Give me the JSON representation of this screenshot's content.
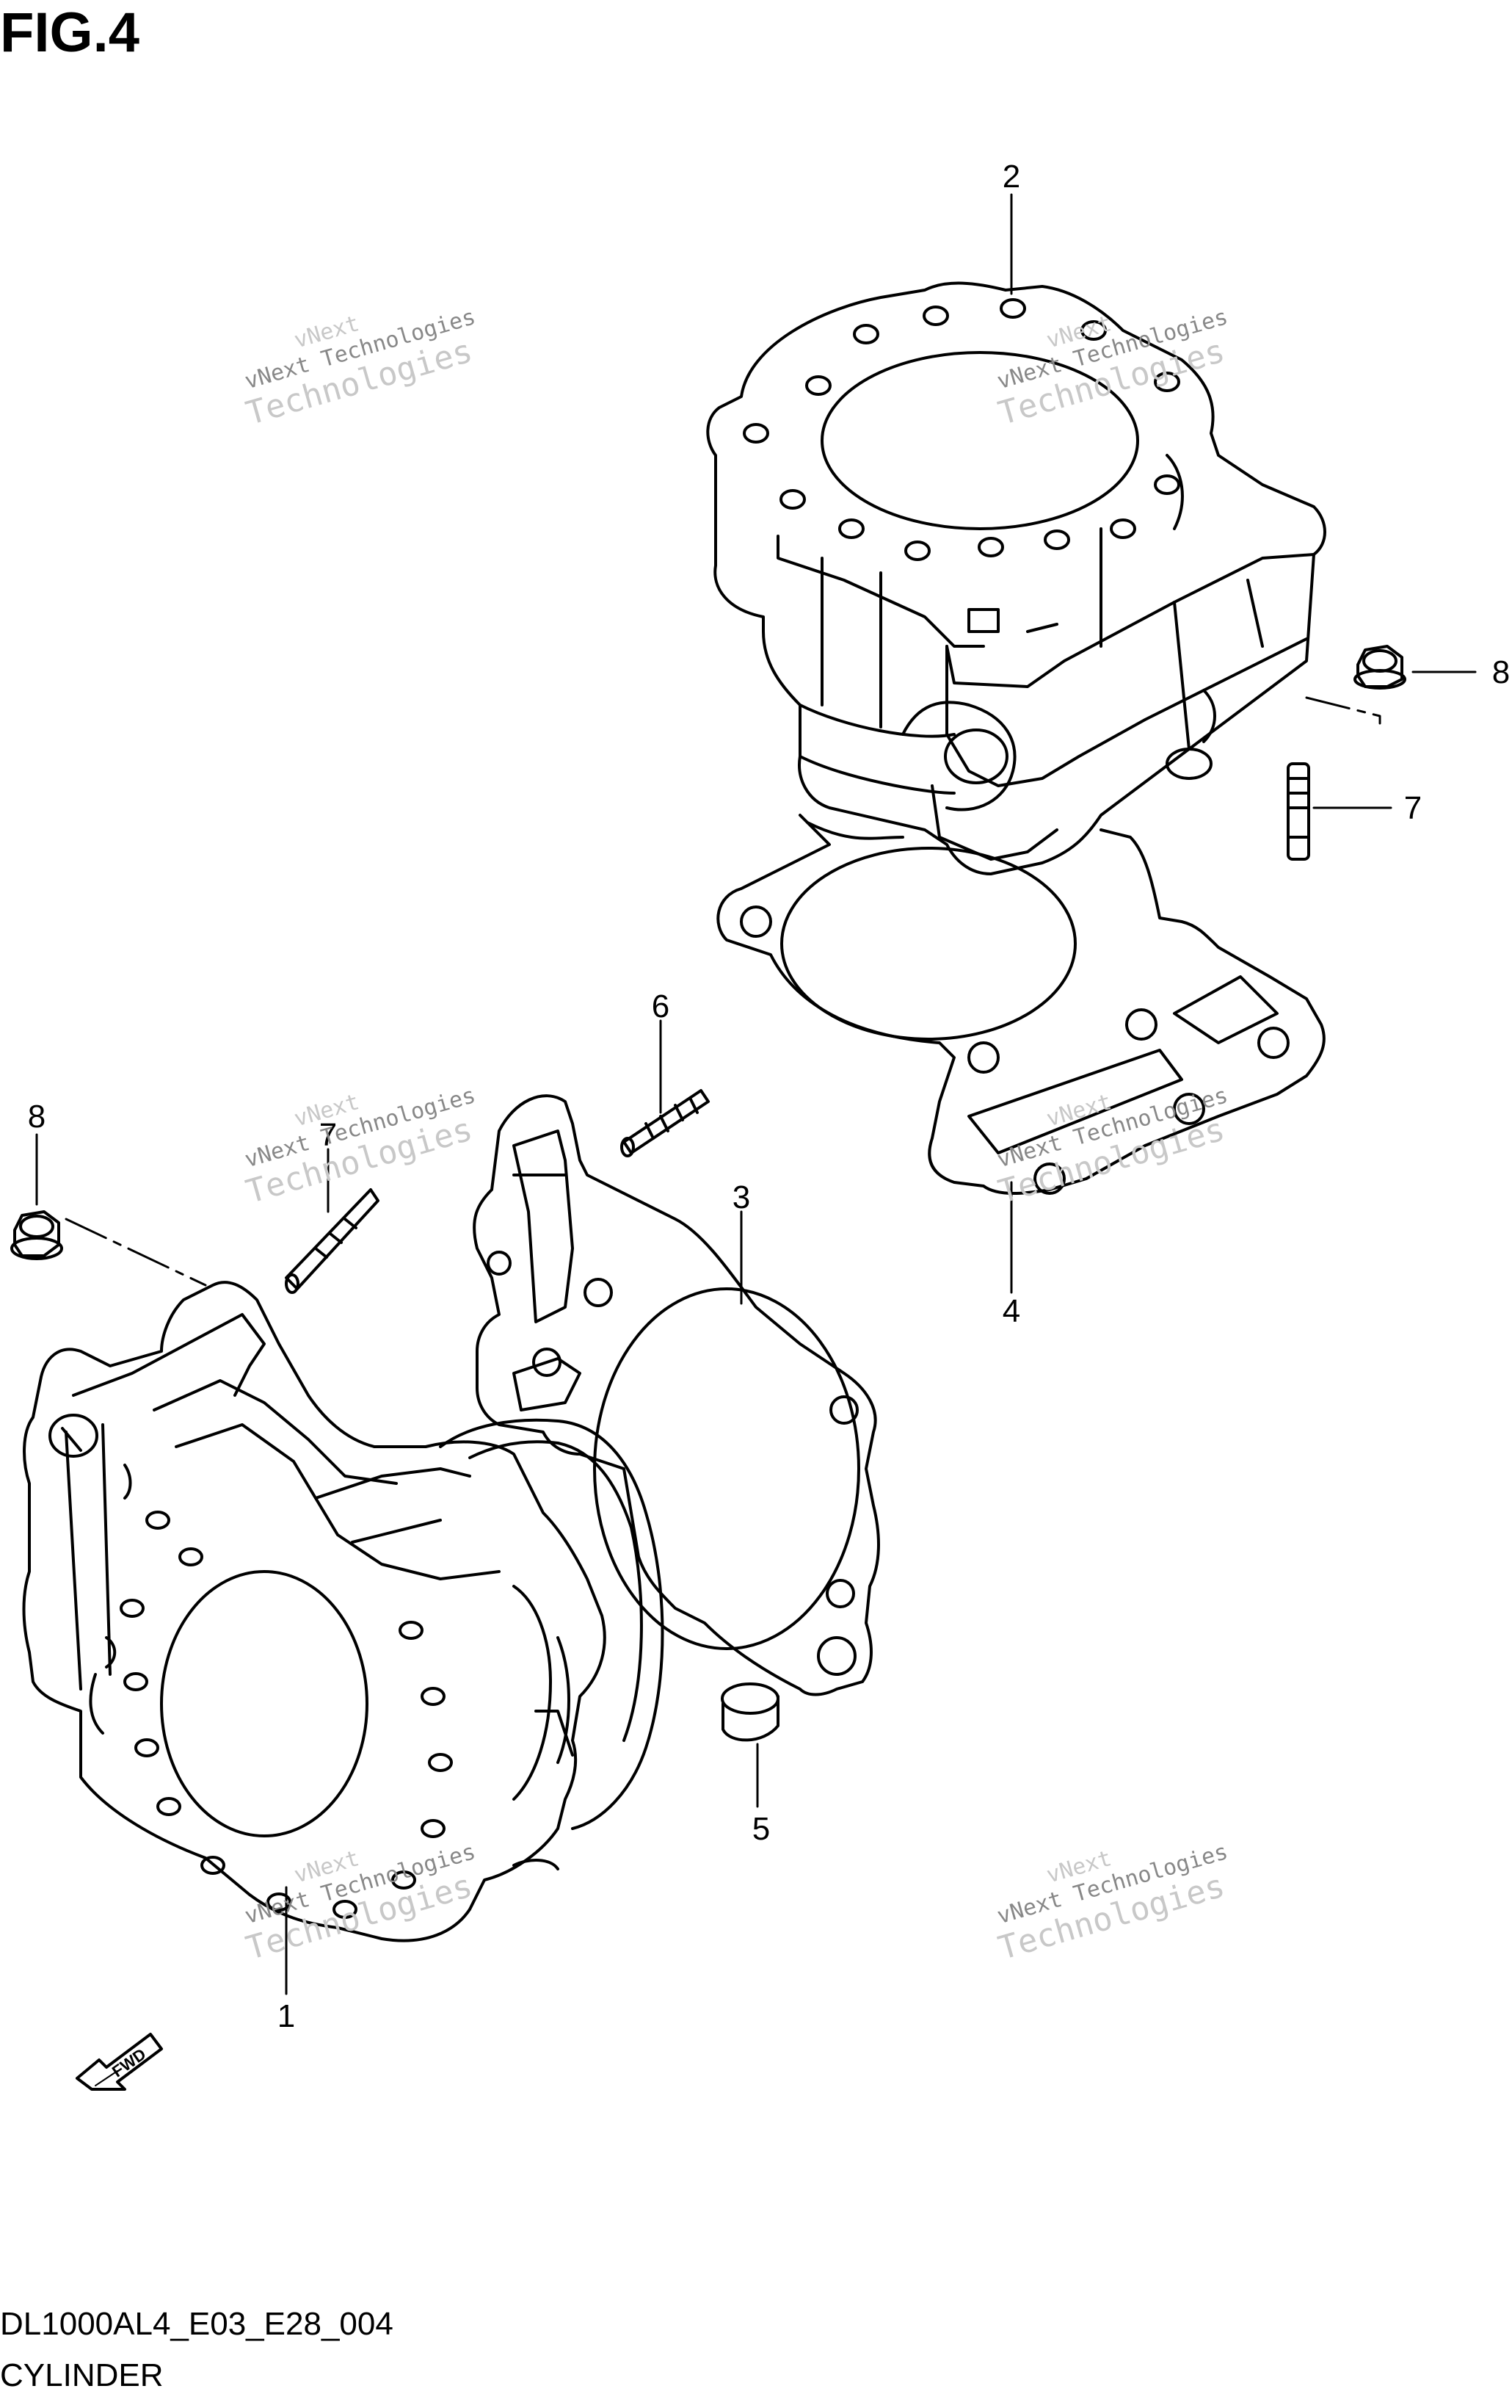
{
  "figure": {
    "title": "FIG.4",
    "code": "DL1000AL4_E03_E28_004",
    "name": "CYLINDER"
  },
  "callouts": [
    "1",
    "2",
    "3",
    "4",
    "5",
    "6",
    "7",
    "7",
    "8",
    "8"
  ],
  "fwd_label": "FWD",
  "watermark": {
    "line1": "vNext",
    "line2": "vNext Technologies",
    "line3": "Technologies"
  },
  "colors": {
    "line": "#000000",
    "watermark": "#c8c8c8",
    "background": "#ffffff"
  }
}
